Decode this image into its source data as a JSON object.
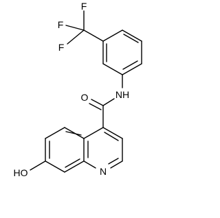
{
  "molecule": {
    "atoms": {
      "f_top": "F",
      "f_left": "F",
      "f_bottom": "F",
      "o_carbonyl": "O",
      "nh_amide": "NH",
      "n_ring": "N",
      "ho_hydroxy": "HO"
    }
  }
}
